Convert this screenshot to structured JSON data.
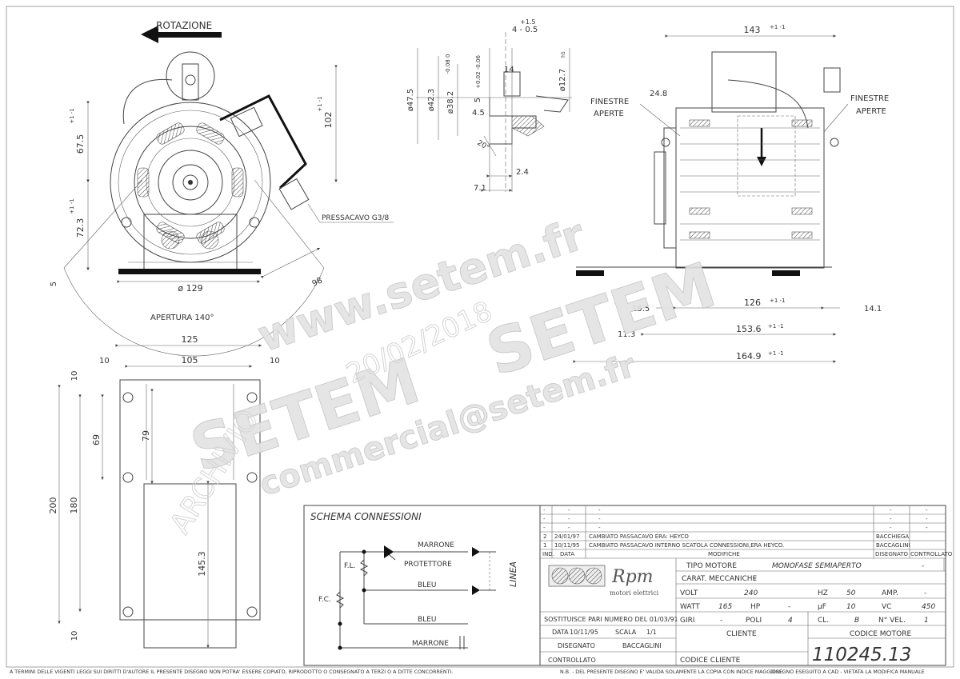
{
  "views": {
    "front": {
      "rotation_label": "ROTAZIONE",
      "dim_67_5": "67.5",
      "dim_67_5_tol": "+1 -1",
      "dim_72_3": "72.3",
      "dim_72_3_tol": "+1 -1",
      "dim_102": "102",
      "dim_102_tol": "+1 -1",
      "dim_5": "5",
      "dim_129": "ø 129",
      "dim_98": "98",
      "cable_gland_label": "PRESSACAVO G3/8",
      "opening_label": "APERTURA 140°"
    },
    "shaft": {
      "dim_top_tol": "+1.5",
      "dim_top": "4 - 0.5",
      "dim_14": "14",
      "dim_47_5": "ø47.5",
      "dim_42_3": "ø42.3",
      "dim_42_3_tol": "-0.08 0",
      "dim_38_2": "ø38.2",
      "dim_38_2_tol": "+0.02 -0.06",
      "dim_5": "5",
      "dim_12_7": "ø12.7",
      "dim_12_7_tol": "h5",
      "dim_4_5": "4.5",
      "angle": "20°",
      "dim_2_4": "2.4",
      "dim_7_1": "7.1"
    },
    "side": {
      "dim_143": "143",
      "dim_143_tol": "+1 -1",
      "dim_24_8": "24.8",
      "windows_left_1": "FINESTRE",
      "windows_left_2": "APERTE",
      "windows_right_1": "FINESTRE",
      "windows_right_2": "APERTE",
      "dim_15_5": "15.5",
      "dim_126": "126",
      "dim_126_tol": "+1 -1",
      "dim_14_1": "14.1",
      "dim_11_3": "11.3",
      "dim_153_6": "153.6",
      "dim_153_6_tol": "+1 -1",
      "dim_164_9": "164.9",
      "dim_164_9_tol": "+1 -1"
    },
    "base": {
      "dim_125": "125",
      "dim_105": "105",
      "dim_10_left": "10",
      "dim_10_right": "10",
      "dim_10_top": "10",
      "dim_10_bottom": "10",
      "dim_69": "69",
      "dim_79": "79",
      "dim_200": "200",
      "dim_180": "180",
      "dim_145_3": "145.3"
    }
  },
  "schema": {
    "title": "SCHEMA CONNESSIONI",
    "wire_marrone_top": "MARRONE",
    "protector": "PROTETTORE",
    "wire_bleu_top": "BLEU",
    "wire_bleu_bottom": "BLEU",
    "wire_marrone_bottom": "MARRONE",
    "fl": "F.L.",
    "fc": "F.C.",
    "linea": "LINEA"
  },
  "revisions": {
    "rows": [
      {
        "ind": "-",
        "data": "-",
        "desc": "-",
        "dis": "-",
        "ctrl": "-"
      },
      {
        "ind": "-",
        "data": "-",
        "desc": "-",
        "dis": "-",
        "ctrl": "-"
      },
      {
        "ind": "-",
        "data": "-",
        "desc": "-",
        "dis": "-",
        "ctrl": "-"
      },
      {
        "ind": "2",
        "data": "24/01/97",
        "desc": "CAMBIATO PASSACAVO ERA: HEYCO",
        "dis": "BACCHIEGA",
        "ctrl": ""
      },
      {
        "ind": "1",
        "data": "10/11/95",
        "desc": "CAMBIATO PASSACAVO INTERNO SCATOLA CONNESSIONI,ERA HEYCO.",
        "dis": "BACCAGLINI",
        "ctrl": ""
      }
    ],
    "headers": {
      "ind": "IND.",
      "data": "DATA",
      "desc": "MODIFICHE",
      "dis": "DISEGNATO",
      "ctrl": "CONTROLLATO"
    }
  },
  "company": {
    "logo_text": "Rpm",
    "logo_sub": "motori elettrici"
  },
  "specs": {
    "tipo_label": "TIPO MOTORE",
    "tipo_value": "MONOFASE SEMIAPERTO",
    "tipo_dash": "-",
    "carat_label": "CARAT. MECCANICHE",
    "carat_value": "-",
    "volt_label": "VOLT",
    "volt_value": "240",
    "hz_label": "HZ",
    "hz_value": "50",
    "amp_label": "AMP.",
    "amp_value": "-",
    "watt_label": "WATT",
    "watt_value": "165",
    "hp_label": "HP",
    "hp_value": "-",
    "uf_label": "µF",
    "uf_value": "10",
    "vc_label": "VC",
    "vc_value": "450",
    "giri_label": "GIRI",
    "giri_value": "-",
    "poli_label": "POLI",
    "poli_value": "4",
    "cl_label": "CL.",
    "cl_value": "B",
    "nvel_label": "N° VEL.",
    "nvel_value": "1",
    "cliente_label": "CLIENTE",
    "codice_cliente_label": "CODICE CLIENTE",
    "codice_motore_label": "CODICE MOTORE",
    "codice_motore_value": "110245.13"
  },
  "meta": {
    "sostituisce": "SOSTITUISCE PARI NUMERO DEL 01/03/91",
    "data_label": "DATA",
    "data_value": "10/11/95",
    "scala_label": "SCALA",
    "scala_value": "1/1",
    "disegnato_label": "DISEGNATO",
    "disegnato_value": "BACCAGLINI",
    "controllato_label": "CONTROLLATO"
  },
  "footer": {
    "left": "A TERMINI DELLE VIGENTI LEGGI SUI DIRITTI D'AUTORE IL PRESENTE DISEGNO NON POTRA' ESSERE COPIATO, RIPRODOTTO O CONSEGNATO A TERZI O A DITTE CONCORRENTI.",
    "middle": "N.B. - DEL PRESENTE DISEGNO E' VALIDA SOLAMENTE LA COPIA CON INDICE MAGGIORE.",
    "right": "DISEGNO ESEGUITO A CAD - VIETATA LA MODIFICA MANUALE"
  },
  "watermarks": {
    "url": "www.setem.fr",
    "brand_1": "SETEM",
    "brand_2": "SETEM",
    "email": "commercial@setem.fr",
    "archive": "ARCHIVIO",
    "archive_num": "20/02/2018"
  }
}
